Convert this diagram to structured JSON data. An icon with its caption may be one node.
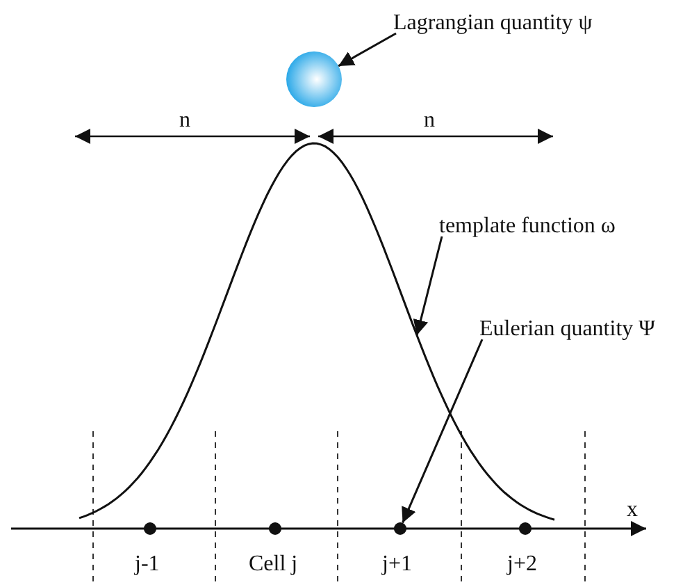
{
  "diagram": {
    "nodes": [
      {
        "text": [
          "Lagrangian quantity ψ"
        ]
      },
      {
        "text": [],
        "shape": "circle"
      },
      {
        "text": [
          "template function ω"
        ]
      },
      {
        "text": [],
        "shape": "curve"
      },
      {
        "text": [
          "Eulerian quantity Ψ"
        ]
      },
      {
        "text": [],
        "shape": "circle"
      }
    ],
    "edges": [
      {
        "from": 0,
        "to": 1,
        "arrow": "to"
      },
      {
        "from": 2,
        "to": 3,
        "arrow": "to"
      },
      {
        "from": 4,
        "to": 5,
        "arrow": "to"
      }
    ],
    "labels": [
      "n",
      "n",
      "x",
      "j-1",
      "Cell j",
      "j+1",
      "j+2"
    ]
  }
}
